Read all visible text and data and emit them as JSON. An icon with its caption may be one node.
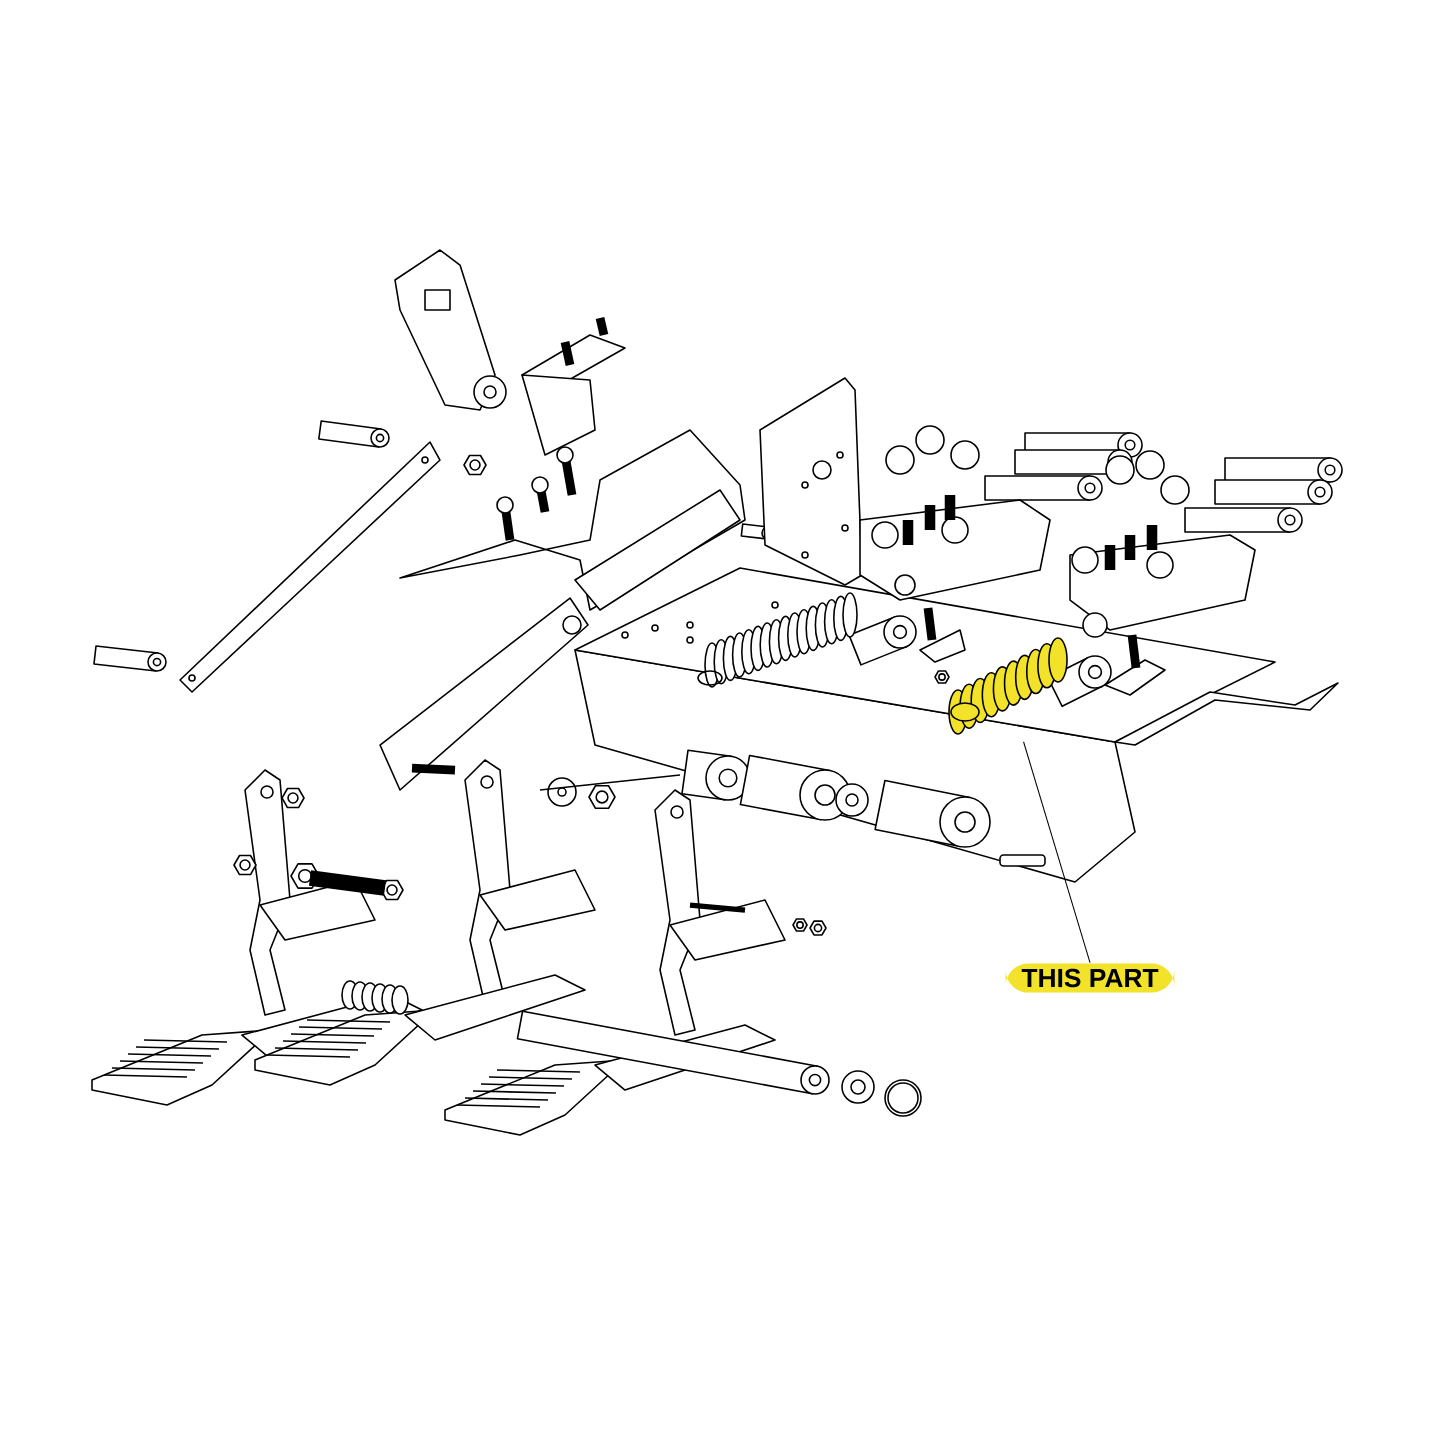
{
  "diagram": {
    "nodes": [
      {
        "text": [
          "THIS PART"
        ]
      },
      {
        "text": [],
        "shape": "picture"
      }
    ],
    "edges": [
      {
        "from": 0,
        "to": 1,
        "arrow": "none"
      }
    ]
  }
}
